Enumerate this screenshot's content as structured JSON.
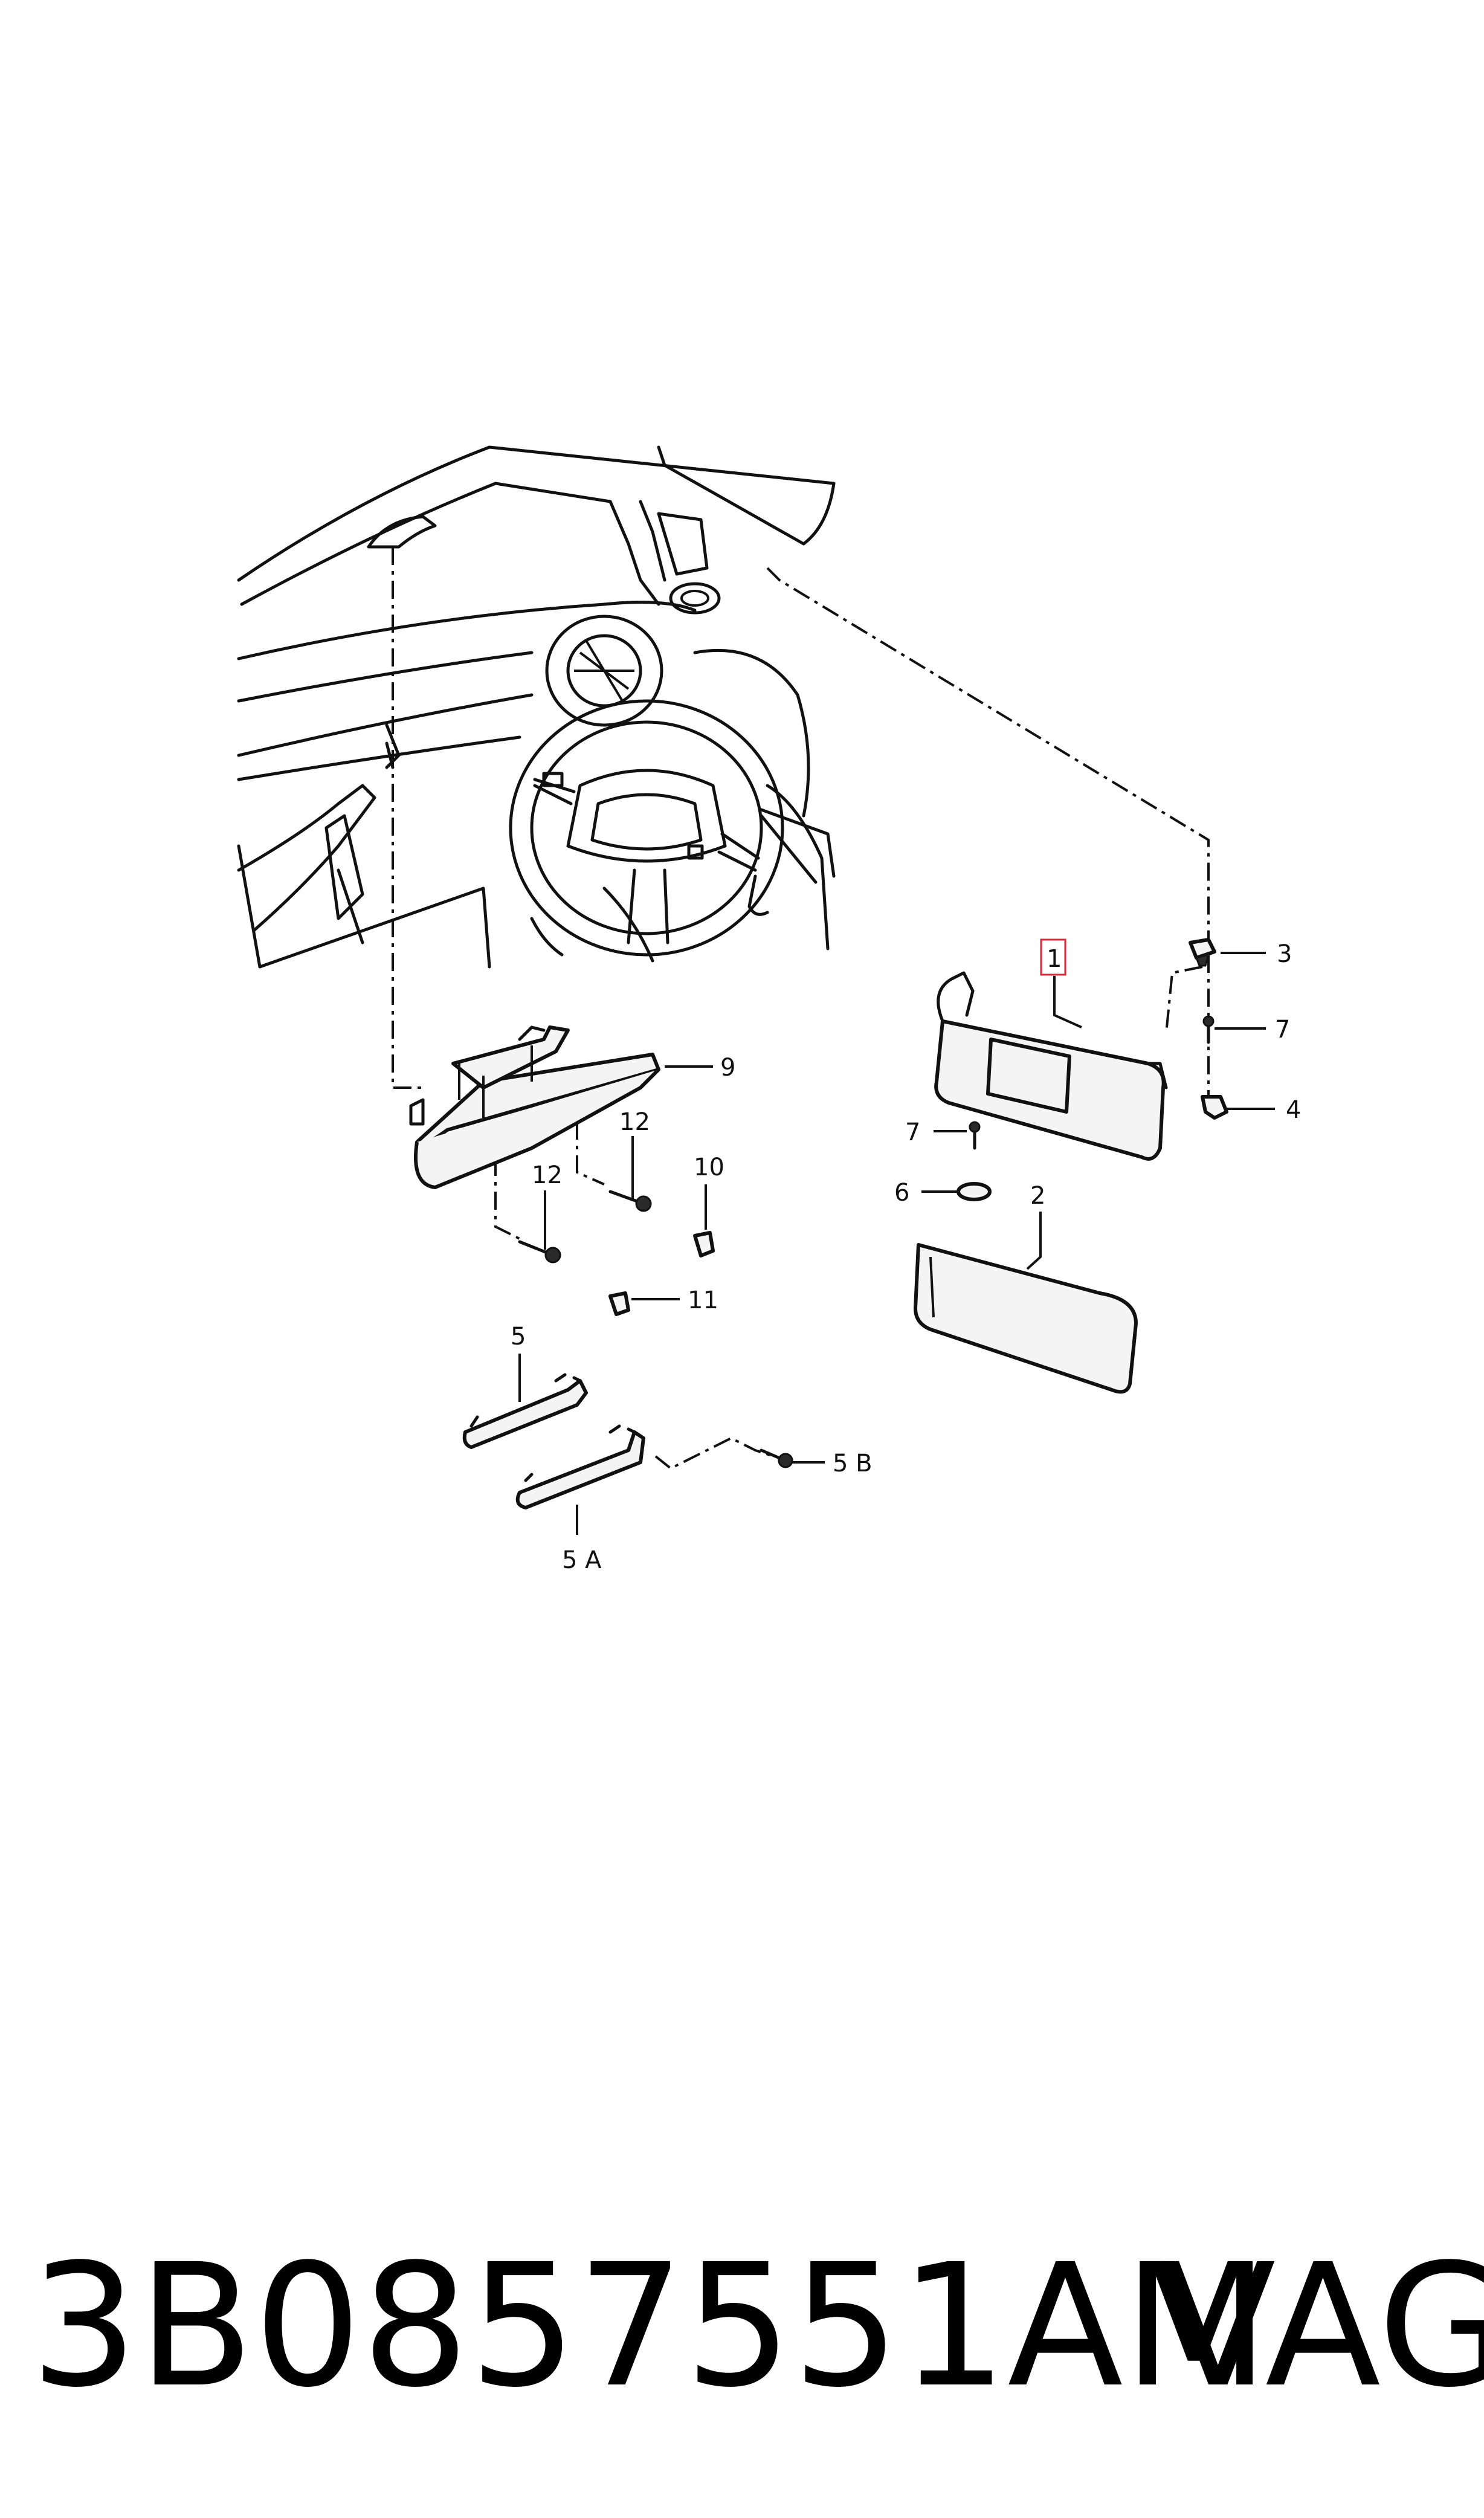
{
  "labels": {
    "l1": "1",
    "l2": "2",
    "l3": "3",
    "l4": "4",
    "l5": "5",
    "l5a": "5 A",
    "l5b": "5 B",
    "l6": "6",
    "l7a": "7",
    "l7b": "7",
    "l9": "9",
    "l10": "10",
    "l11": "11",
    "l12a": "12",
    "l12b": "12"
  },
  "footer": {
    "part_number": "3B0857551AM",
    "brand": "VAG"
  }
}
